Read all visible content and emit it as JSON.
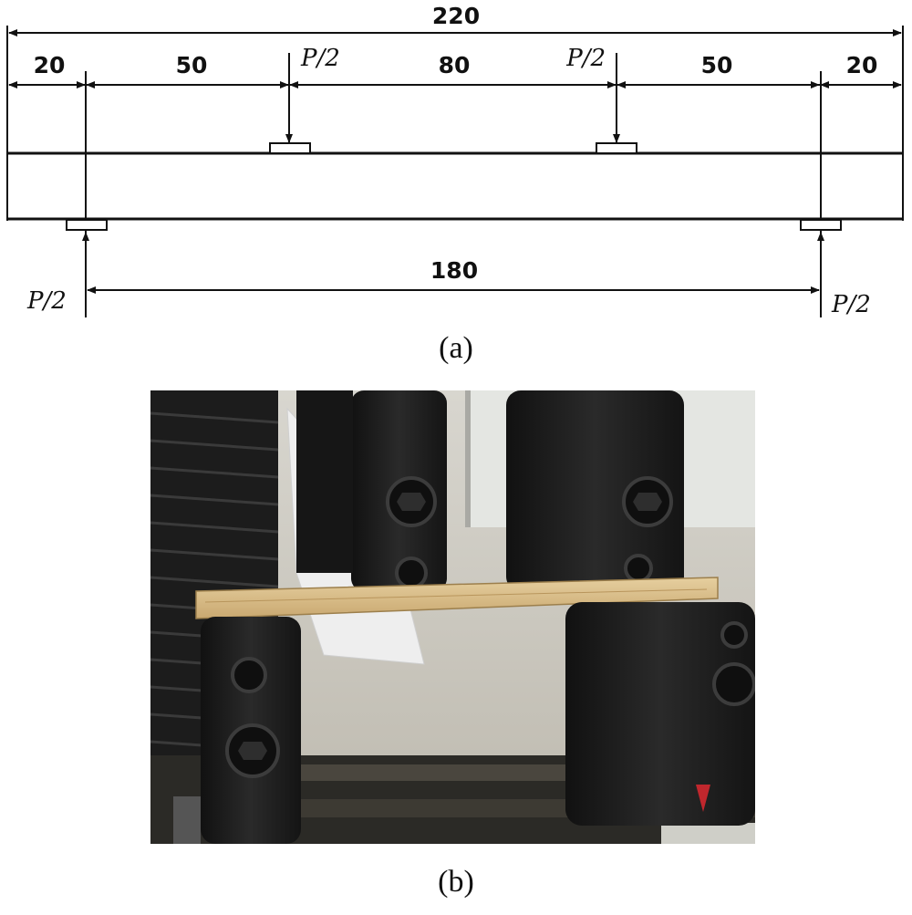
{
  "figure_a": {
    "total_length": "220",
    "segments": [
      "20",
      "50",
      "80",
      "50",
      "20"
    ],
    "span_length": "180",
    "top_loads": [
      "P/2",
      "P/2"
    ],
    "support_reactions": [
      "P/2",
      "P/2"
    ]
  },
  "captions": {
    "a": "(a)",
    "b": "(b)"
  },
  "figure_b": {
    "scene": "four-point bending fixture loading a wooden beam specimen"
  },
  "colors": {
    "line": "#111111",
    "wood": "#d9bf8c",
    "fixture": "#1b1b1b"
  }
}
